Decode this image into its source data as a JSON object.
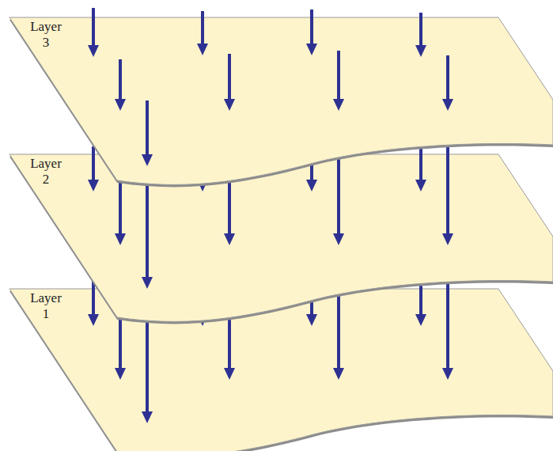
{
  "diagram": {
    "nodes": [
      {
        "text": [
          "Layer 3"
        ]
      },
      {
        "text": [
          "Layer 2"
        ]
      },
      {
        "text": [
          "Layer 1"
        ]
      }
    ]
  }
}
